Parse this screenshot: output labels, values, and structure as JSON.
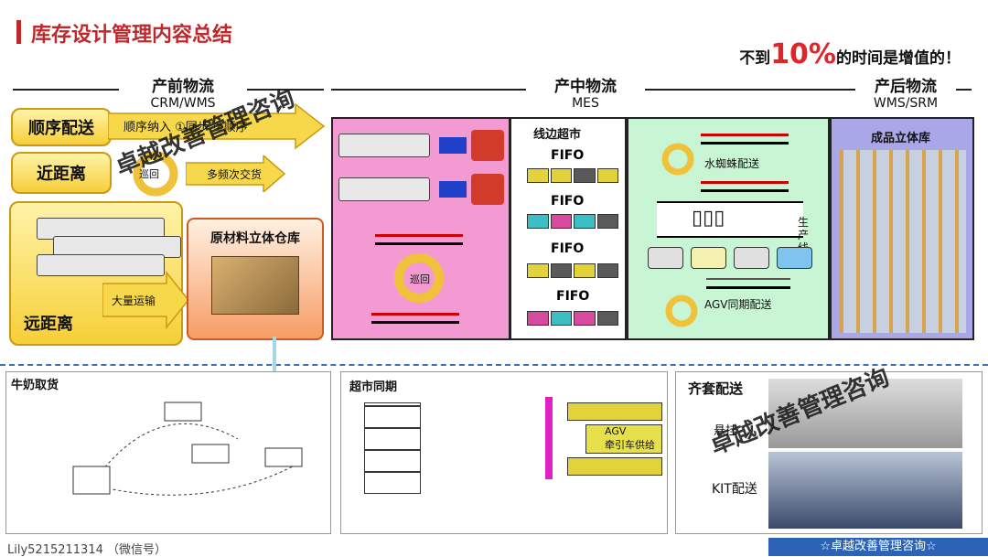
{
  "title": "库存设计管理内容总结",
  "headline": {
    "pre": "不到",
    "pct": "10%",
    "post": "的时间是增值的！"
  },
  "phases": [
    {
      "name": "产前物流",
      "sub": "CRM/WMS"
    },
    {
      "name": "产中物流",
      "sub": "MES"
    },
    {
      "name": "产后物流",
      "sub": "WMS/SRM"
    }
  ],
  "left": {
    "seq_delivery": "顺序配送",
    "seq_text": "顺序纳入 ①同步 ②顺序",
    "near": "近距离",
    "cycle_label": "巡回",
    "multi_freq": "多频次交货",
    "bulk": "大量运输",
    "far": "远距离",
    "warehouse": "原材料立体仓库"
  },
  "mid": {
    "cycle_label": "巡回",
    "supermarket": "线边超市",
    "fifo": [
      "FIFO",
      "FIFO",
      "FIFO",
      "FIFO"
    ]
  },
  "mint": {
    "spider": "水蜘蛛配送",
    "prod_line": "生产线",
    "agv": "AGV同期配送"
  },
  "right": {
    "title": "成品立体库"
  },
  "bottom": {
    "milk_run": "牛奶取货",
    "sync": "超市同期",
    "agv_tag": "AGV",
    "tow": "牵引车供给",
    "kit_title": "齐套配送",
    "hang": "悬挂",
    "kit": "KIT配送"
  },
  "watermarks": [
    "卓越改善管理咨询"
  ],
  "footer": {
    "left": "Lily5215211314 （微信号）",
    "right": "☆卓越改善管理咨询☆"
  },
  "colors": {
    "title": "#c0282c",
    "accent": "#e0242a",
    "pink": "#f39ad3",
    "mint": "#c8f5d3",
    "blue": "#a9a7e8",
    "footer": "#2c63b7"
  }
}
